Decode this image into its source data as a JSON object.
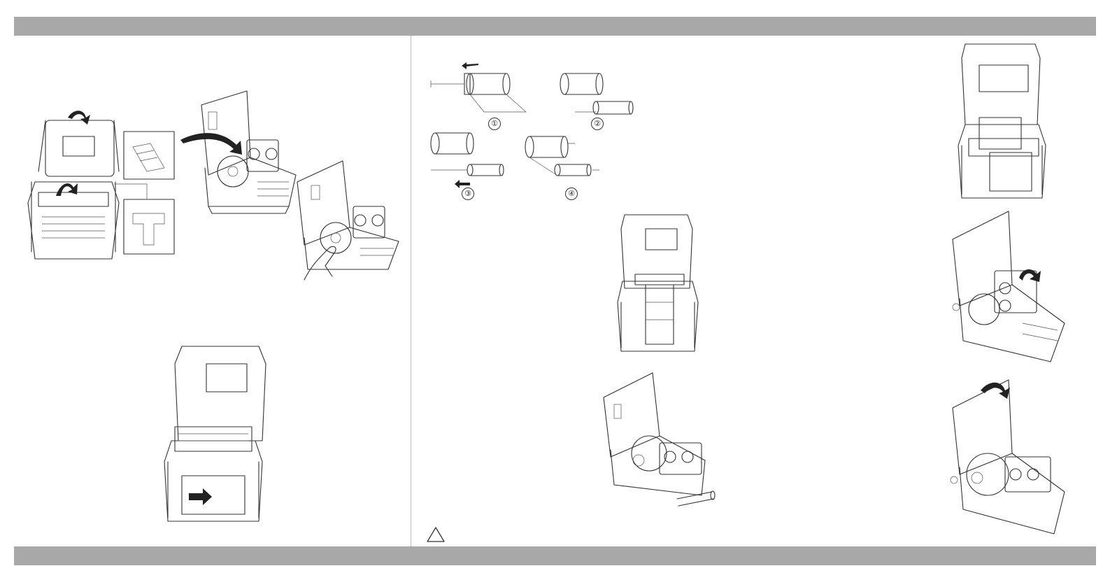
{
  "header": {
    "bar_color": "#a8a8a8"
  },
  "footer": {
    "bar_color": "#a8a8a8"
  },
  "ribbon_steps": [
    {
      "label": "①"
    },
    {
      "label": "②"
    },
    {
      "label": "③"
    },
    {
      "label": "④"
    }
  ],
  "figures": [
    {
      "name": "printer-open-top-arrows"
    },
    {
      "name": "printer-ribbon-insert"
    },
    {
      "name": "printer-hand-load"
    },
    {
      "name": "printer-paper-feed"
    },
    {
      "name": "printer-front-open"
    },
    {
      "name": "printer-side-ribbon"
    },
    {
      "name": "printer-right-front"
    },
    {
      "name": "printer-right-rotate"
    },
    {
      "name": "printer-right-close"
    }
  ],
  "icons": {
    "warning": "warning-triangle-icon"
  }
}
